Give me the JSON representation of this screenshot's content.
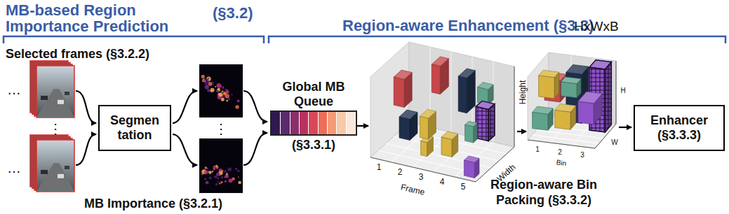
{
  "diagram": {
    "nodes": [
      {
        "text": [
          "Segmen tation"
        ]
      },
      {
        "text": [
          "Global MB Queue",
          "(§3.3.1)"
        ]
      },
      {
        "text": [
          "Enhancer (§3.3.3)"
        ]
      }
    ],
    "labels": [
      "MB-based Region Importance Prediction",
      "(§3.2)",
      "Region-aware Enhancement (§3.3)",
      "Selected frames (§3.2.2)",
      "…",
      "⋮",
      "…",
      "⋮",
      "MB Importance (§3.2.1)",
      "HxWxB",
      "1",
      "2",
      "3",
      "4",
      "5",
      "Frame",
      "Width",
      "Height",
      "1",
      "2",
      "3",
      "Bin",
      "H",
      "W",
      "Region-aware Bin Packing (§3.3.2)"
    ]
  }
}
